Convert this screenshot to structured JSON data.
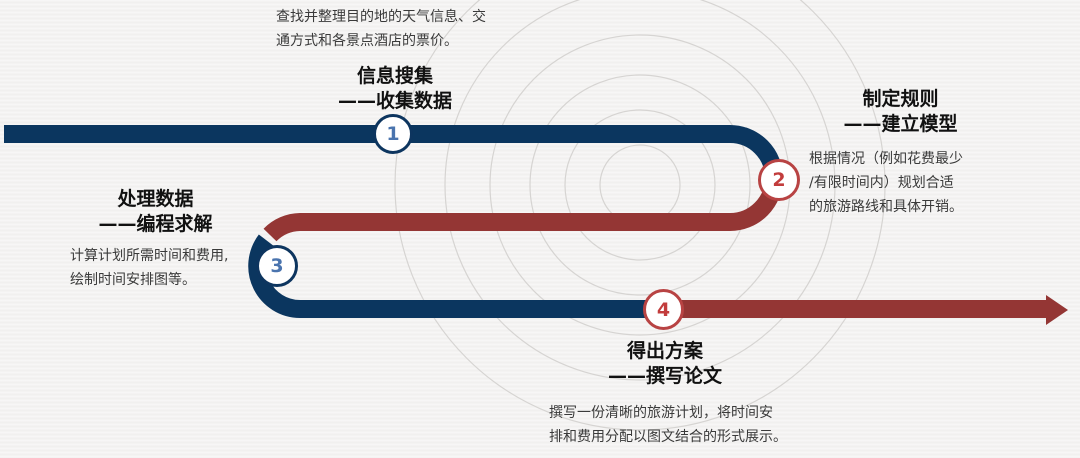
{
  "colors": {
    "navy": "#0b365f",
    "maroon": "#943634",
    "background": "#f3f2f1",
    "badge_blue_text": "#4a74ae",
    "badge_red_text": "#c23c3c"
  },
  "steps": [
    {
      "number": "1",
      "title": "信息搜集",
      "subtitle": "——收集数据",
      "description_lines": [
        "查找并整理目的地的天气信息、交",
        "通方式和各景点酒店的票价。"
      ],
      "badge_style": "blue"
    },
    {
      "number": "2",
      "title": "制定规则",
      "subtitle": "——建立模型",
      "description_lines": [
        "根据情况（例如花费最少",
        "/有限时间内）规划合适",
        "的旅游路线和具体开销。"
      ],
      "badge_style": "red"
    },
    {
      "number": "3",
      "title": "处理数据",
      "subtitle": "——编程求解",
      "description_lines": [
        "计算计划所需时间和费用,",
        "绘制时间安排图等。"
      ],
      "badge_style": "blue"
    },
    {
      "number": "4",
      "title": "得出方案",
      "subtitle": "——撰写论文",
      "description_lines": [
        "撰写一份清晰的旅游计划，将时间安",
        "排和费用分配以图文结合的形式展示。"
      ],
      "badge_style": "red"
    }
  ],
  "icons": {
    "end_arrow": "arrow-right-icon"
  }
}
